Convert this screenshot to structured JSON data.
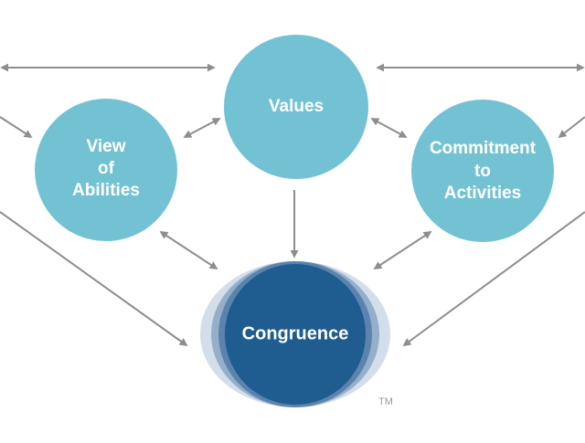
{
  "nodes": {
    "values": {
      "lines": [
        "Values"
      ]
    },
    "view_of_abilities": {
      "lines": [
        "View",
        "of",
        "Abilities"
      ]
    },
    "commitment_to_activities": {
      "lines": [
        "Commitment",
        "to",
        "Activities"
      ]
    },
    "congruence": {
      "lines": [
        "Congruence"
      ]
    }
  },
  "trademark": "TM",
  "colors": {
    "light_circle": "#73c2d4",
    "congruence_dark": "#1f5c8f",
    "congruence_ring_1": "#5b83ad",
    "congruence_ring_2": "#94afca",
    "congruence_ring_3": "#d3deea",
    "arrow": "#8e8e8e",
    "label_text": "#ffffff",
    "tm_text": "#9a9a9a"
  }
}
